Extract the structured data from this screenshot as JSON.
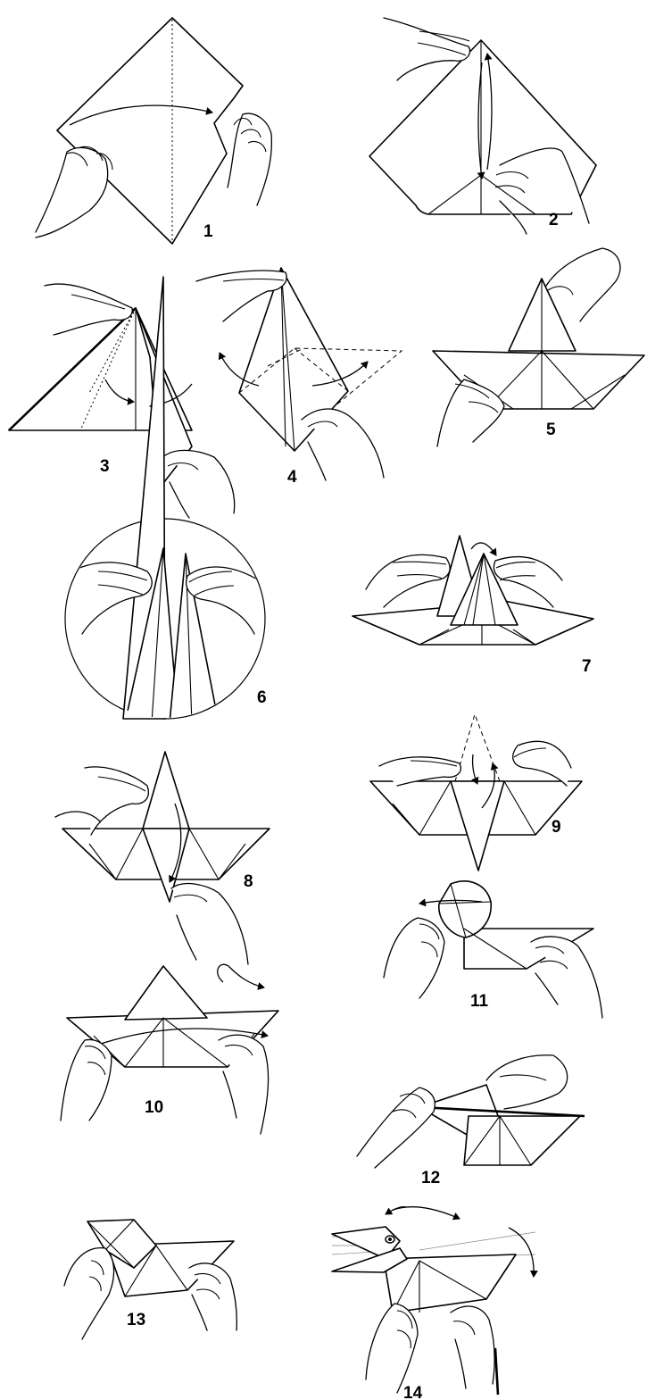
{
  "steps": [
    {
      "number": "1"
    },
    {
      "number": "2"
    },
    {
      "number": "3"
    },
    {
      "number": "4"
    },
    {
      "number": "5"
    },
    {
      "number": "6"
    },
    {
      "number": "7"
    },
    {
      "number": "8"
    },
    {
      "number": "9"
    },
    {
      "number": "10"
    },
    {
      "number": "11"
    },
    {
      "number": "12"
    },
    {
      "number": "13"
    },
    {
      "number": "14"
    }
  ]
}
